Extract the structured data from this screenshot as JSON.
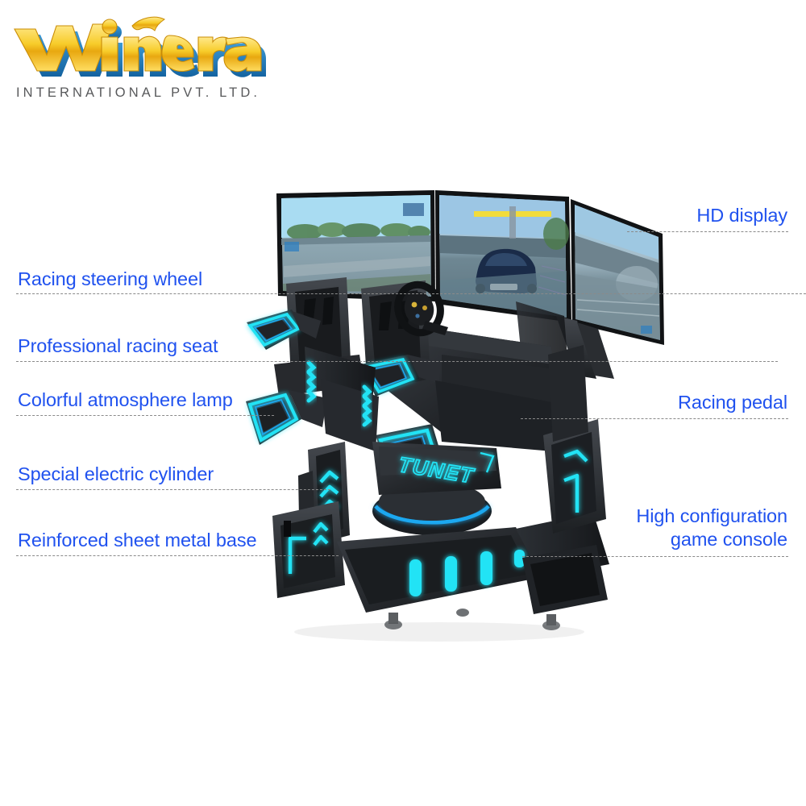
{
  "brand": {
    "name": "WinEra",
    "tagline": "INTERNATIONAL PVT. LTD.",
    "logo_gold": "#F2C21B",
    "logo_gold_light": "#FFE06A",
    "logo_blue": "#1E7CC2",
    "tagline_color": "#58595b"
  },
  "theme": {
    "background": "#ffffff",
    "label_blue": "#2052ef",
    "leader_gray": "#8a8a8a",
    "led_cyan": "#22E3F5",
    "glow_blue": "#1EA8F0",
    "body_black": "#1b1d20",
    "body_dark": "#2b2e33",
    "body_mid": "#3a3e44"
  },
  "callouts": {
    "left": [
      {
        "id": "racing-steering-wheel",
        "label": "Racing steering wheel"
      },
      {
        "id": "professional-racing-seat",
        "label": "Professional racing seat"
      },
      {
        "id": "colorful-atmosphere-lamp",
        "label": "Colorful atmosphere lamp"
      },
      {
        "id": "special-electric-cylinder",
        "label": "Special electric cylinder"
      },
      {
        "id": "reinforced-sheet-metal-base",
        "label": "Reinforced sheet metal base"
      }
    ],
    "right": [
      {
        "id": "hd-display",
        "label": "HD display"
      },
      {
        "id": "racing-pedal",
        "label": "Racing pedal"
      },
      {
        "id": "high-configuration-game-console",
        "label_line1": "High configuration",
        "label_line2": "game console"
      }
    ]
  },
  "product": {
    "base_branding": "TUNET",
    "screens": 3,
    "seats": 2
  }
}
